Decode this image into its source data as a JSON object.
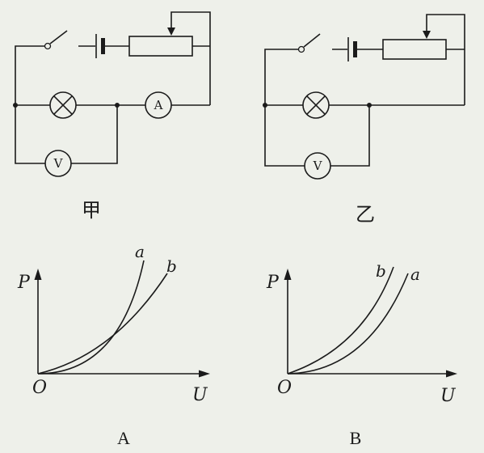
{
  "circuits": [
    {
      "caption": "甲",
      "ammeter_symbol": "A",
      "voltmeter_symbol": "V"
    },
    {
      "caption": "乙",
      "voltmeter_symbol": "V"
    }
  ],
  "graphs": [
    {
      "caption": "A",
      "y_axis": "P",
      "x_axis": "U",
      "origin": "O",
      "curve_upper_end": "a",
      "curve_lower_end": "b"
    },
    {
      "caption": "B",
      "y_axis": "P",
      "x_axis": "U",
      "origin": "O",
      "curve_left_end": "b",
      "curve_right_end": "a"
    }
  ],
  "colors": {
    "ink": "#1b1b1b",
    "paper": "#eef0ea"
  }
}
